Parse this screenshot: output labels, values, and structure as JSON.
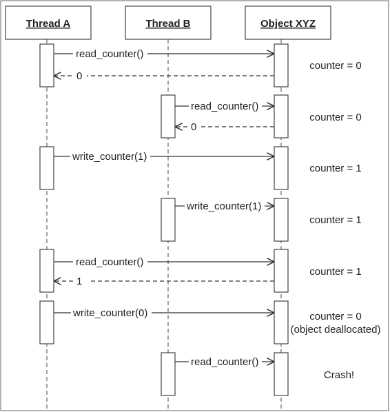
{
  "participants": [
    {
      "id": "thread-a",
      "label": "Thread A"
    },
    {
      "id": "thread-b",
      "label": "Thread B"
    },
    {
      "id": "object-xyz",
      "label": "Object XYZ"
    }
  ],
  "messages": [
    {
      "label": "read_counter()",
      "return": "0",
      "state": "counter = 0"
    },
    {
      "label": "read_counter()",
      "return": "0",
      "state": "counter = 0"
    },
    {
      "label": "write_counter(1)",
      "state": "counter = 1"
    },
    {
      "label": "write_counter(1)",
      "state": "counter = 1"
    },
    {
      "label": "read_counter()",
      "return": "1",
      "state": "counter = 1"
    },
    {
      "label": "write_counter(0)",
      "state": "counter = 0",
      "state_note": "(object deallocated)"
    },
    {
      "label": "read_counter()",
      "state": "Crash!"
    }
  ],
  "colors": {
    "line": "#333333",
    "box_fill": "#ffffff",
    "text": "#222222"
  }
}
